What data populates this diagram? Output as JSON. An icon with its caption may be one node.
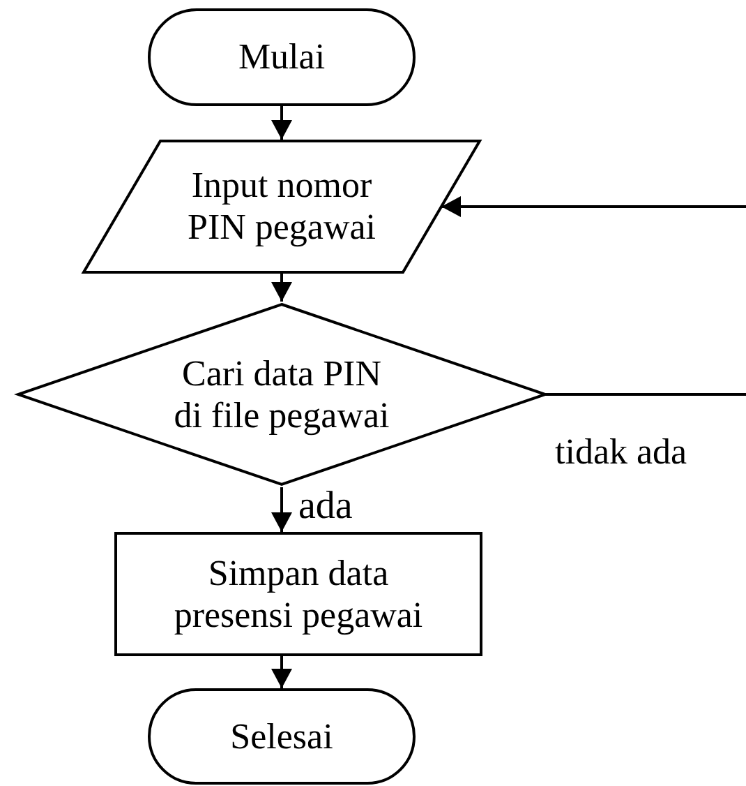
{
  "diagram": {
    "nodes": [
      {
        "text": [
          "Mulai"
        ]
      },
      {
        "text": [
          "Input nomor PIN pegawai"
        ]
      },
      {
        "text": [
          "Cari data PIN di file pegawai"
        ]
      },
      {
        "text": [
          "Simpan data presensi pegawai"
        ]
      },
      {
        "text": [
          "Selesai"
        ]
      }
    ],
    "edges": [
      {
        "from": 0,
        "to": 1,
        "arrow": "to"
      },
      {
        "from": 1,
        "to": 2,
        "arrow": "to"
      },
      {
        "from": 2,
        "to": 3,
        "arrow": "to",
        "label": "ada"
      },
      {
        "from": 3,
        "to": 4,
        "arrow": "to"
      },
      {
        "from": 2,
        "to": null,
        "arrow": "none",
        "label": "tidak ada"
      },
      {
        "from": null,
        "to": 1,
        "arrow": "to"
      }
    ]
  }
}
